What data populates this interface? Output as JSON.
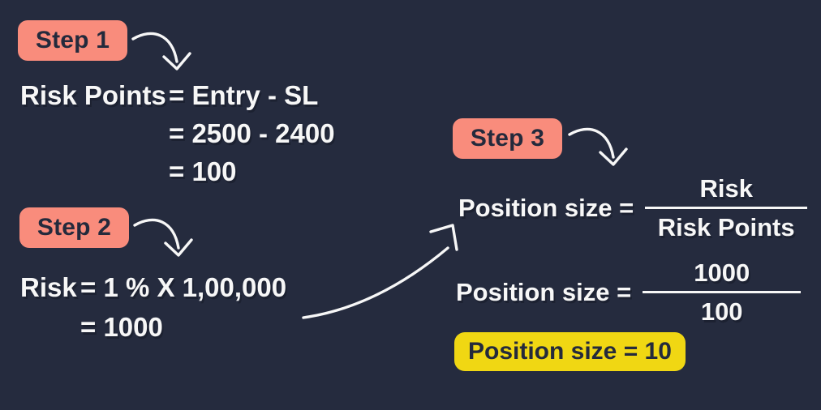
{
  "theme": {
    "background": "#252B3E",
    "text": "#F7F7F7",
    "badge_bg": "#F98C7C",
    "badge_text": "#242A3C",
    "highlight_bg": "#F0D713",
    "highlight_text": "#242A3C",
    "arrow": "#F7F7F7"
  },
  "icons": {
    "small_arrow": "curved-arrow-down-icon",
    "flow_arrow": "curved-arrow-up-right-icon"
  },
  "step1": {
    "badge": "Step 1",
    "lhs": "Risk Points",
    "lines": [
      "= Entry - SL",
      "= 2500 - 2400",
      "= 100"
    ]
  },
  "step2": {
    "badge": "Step 2",
    "lhs": "Risk",
    "lines": [
      "= 1 % X 1,00,000",
      "= 1000"
    ]
  },
  "step3": {
    "badge": "Step 3",
    "formula": {
      "lhs": "Position size =",
      "numerator": "Risk",
      "denominator": "Risk Points"
    },
    "values": {
      "lhs": "Position size =",
      "numerator": "1000",
      "denominator": "100"
    },
    "result": "Position size = 10"
  }
}
